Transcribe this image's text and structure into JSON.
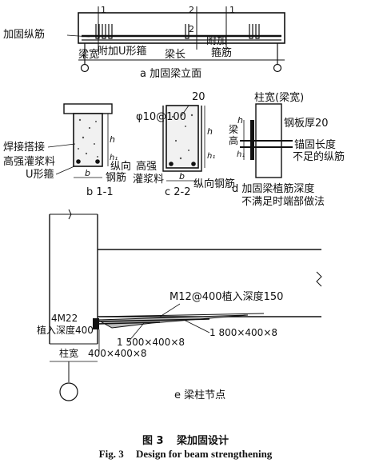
{
  "panel_a": {
    "title": "a 加固梁立面",
    "label_rebar": "加固纵筋",
    "label_extra_u": "附加U形箍",
    "label_extra_rebar": "附加",
    "label_extra_rebar2": "箍筋",
    "label_beam_width": "梁宽",
    "label_beam_length": "梁长",
    "sec1": "1",
    "sec2": "2",
    "sec1b": "1",
    "sec2b": "2"
  },
  "panel_b": {
    "title": "b 1-1",
    "label_weld": "焊接搭接",
    "label_grout": "高强灌浆料",
    "label_ustirrup": "U形箍",
    "label_long": "纵向",
    "label_long2": "钢筋",
    "dim_b": "b",
    "dim_h": "h",
    "dim_h1": "h₁"
  },
  "panel_c": {
    "title": "c 2-2",
    "label_spacing": "φ10@100",
    "label_20": "20",
    "label_grout1": "高强",
    "label_grout2": "灌浆料",
    "label_long": "纵向钢筋",
    "dim_b": "b",
    "dim_h": "h",
    "dim_h1": "h₁"
  },
  "panel_d": {
    "title1": "d 加固梁植筋深度",
    "title2": "不满足时端部做法",
    "label_colwidth": "柱宽(梁宽)",
    "label_plate": "钢板厚20",
    "label_anchor": "锚固长度",
    "label_short": "不足的纵筋",
    "label_beamh1": "梁",
    "label_beamh2": "高",
    "dim_h": "h",
    "dim_h1": "h₁"
  },
  "panel_e": {
    "title": "e 梁柱节点",
    "label_m12": "M12@400植入深度150",
    "label_4m22": "4M22",
    "label_embed": "植入深度400",
    "label_plate1": "1 800×400×8",
    "label_plate2": "1 500×400×8",
    "label_plate3": "400×400×8",
    "label_colwidth": "柱宽"
  },
  "caption": {
    "cn_num": "图 3",
    "cn_text": "梁加固设计",
    "en_num": "Fig. 3",
    "en_text": "Design for beam strengthening"
  }
}
